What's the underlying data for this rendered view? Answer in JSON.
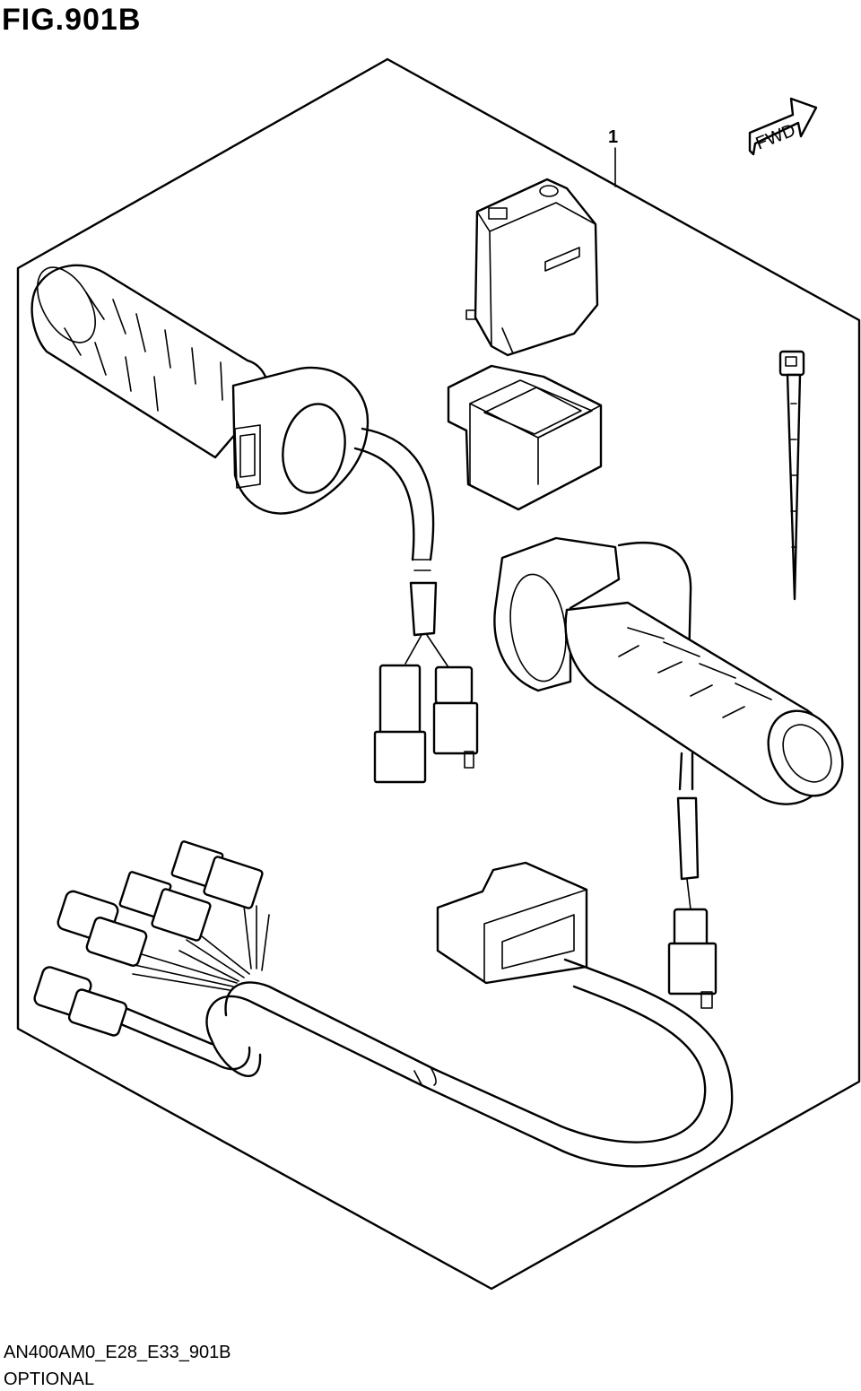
{
  "figure": {
    "title": "FIG.901B",
    "part_number_label": "1",
    "fwd_label": "FWD",
    "drawing_code": "AN400AM0_E28_E33_901B",
    "caption": "OPTIONAL"
  }
}
